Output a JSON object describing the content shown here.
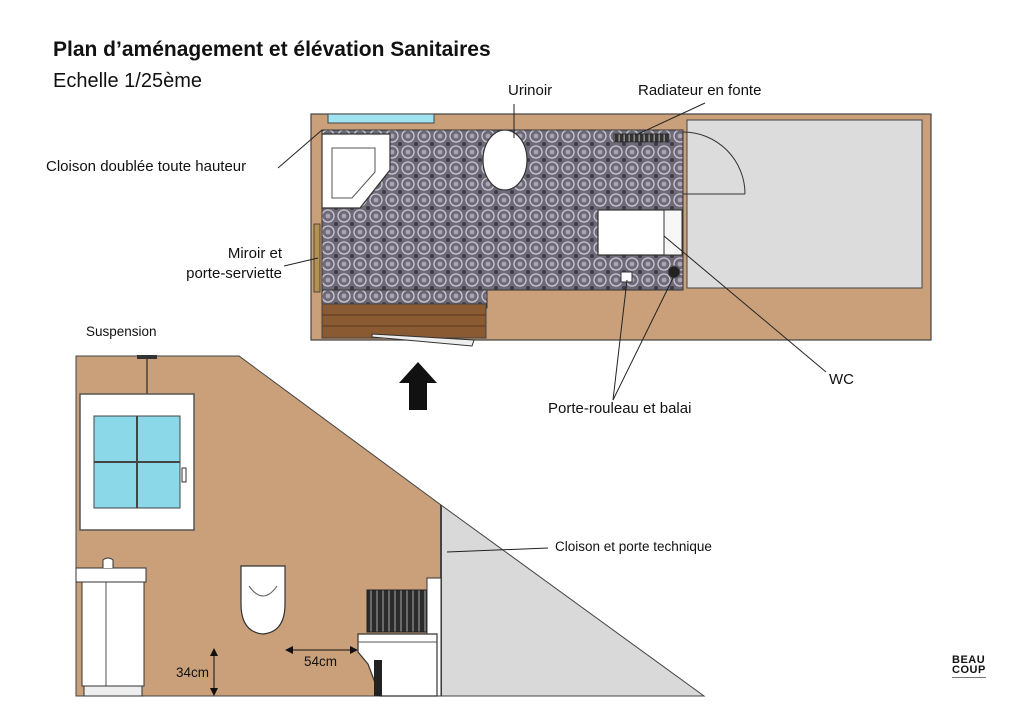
{
  "header": {
    "title": "Plan d’aménagement et élévation Sanitaires",
    "scale": "Echelle 1/25ème"
  },
  "plan_labels": {
    "urinal": "Urinoir",
    "radiator": "Radiateur en fonte",
    "partition": "Cloison doublée toute hauteur",
    "mirror": "Miroir et\nporte-serviette",
    "wc": "WC",
    "roll_holder": "Porte-rouleau et balai"
  },
  "elevation_labels": {
    "pendant": "Suspension",
    "tech_partition": "Cloison et porte technique",
    "gap_dimension": "54cm",
    "height_dimension": "34cm"
  },
  "logo": {
    "line1": "BEAU",
    "line2": "COUP"
  },
  "colors": {
    "wall_tan": "#c9a07a",
    "floor_tile": "#6e6a78",
    "window_glass": "#8ad8e8",
    "technical_grey": "#d9d9d9",
    "wood_step": "#8a5a33"
  }
}
